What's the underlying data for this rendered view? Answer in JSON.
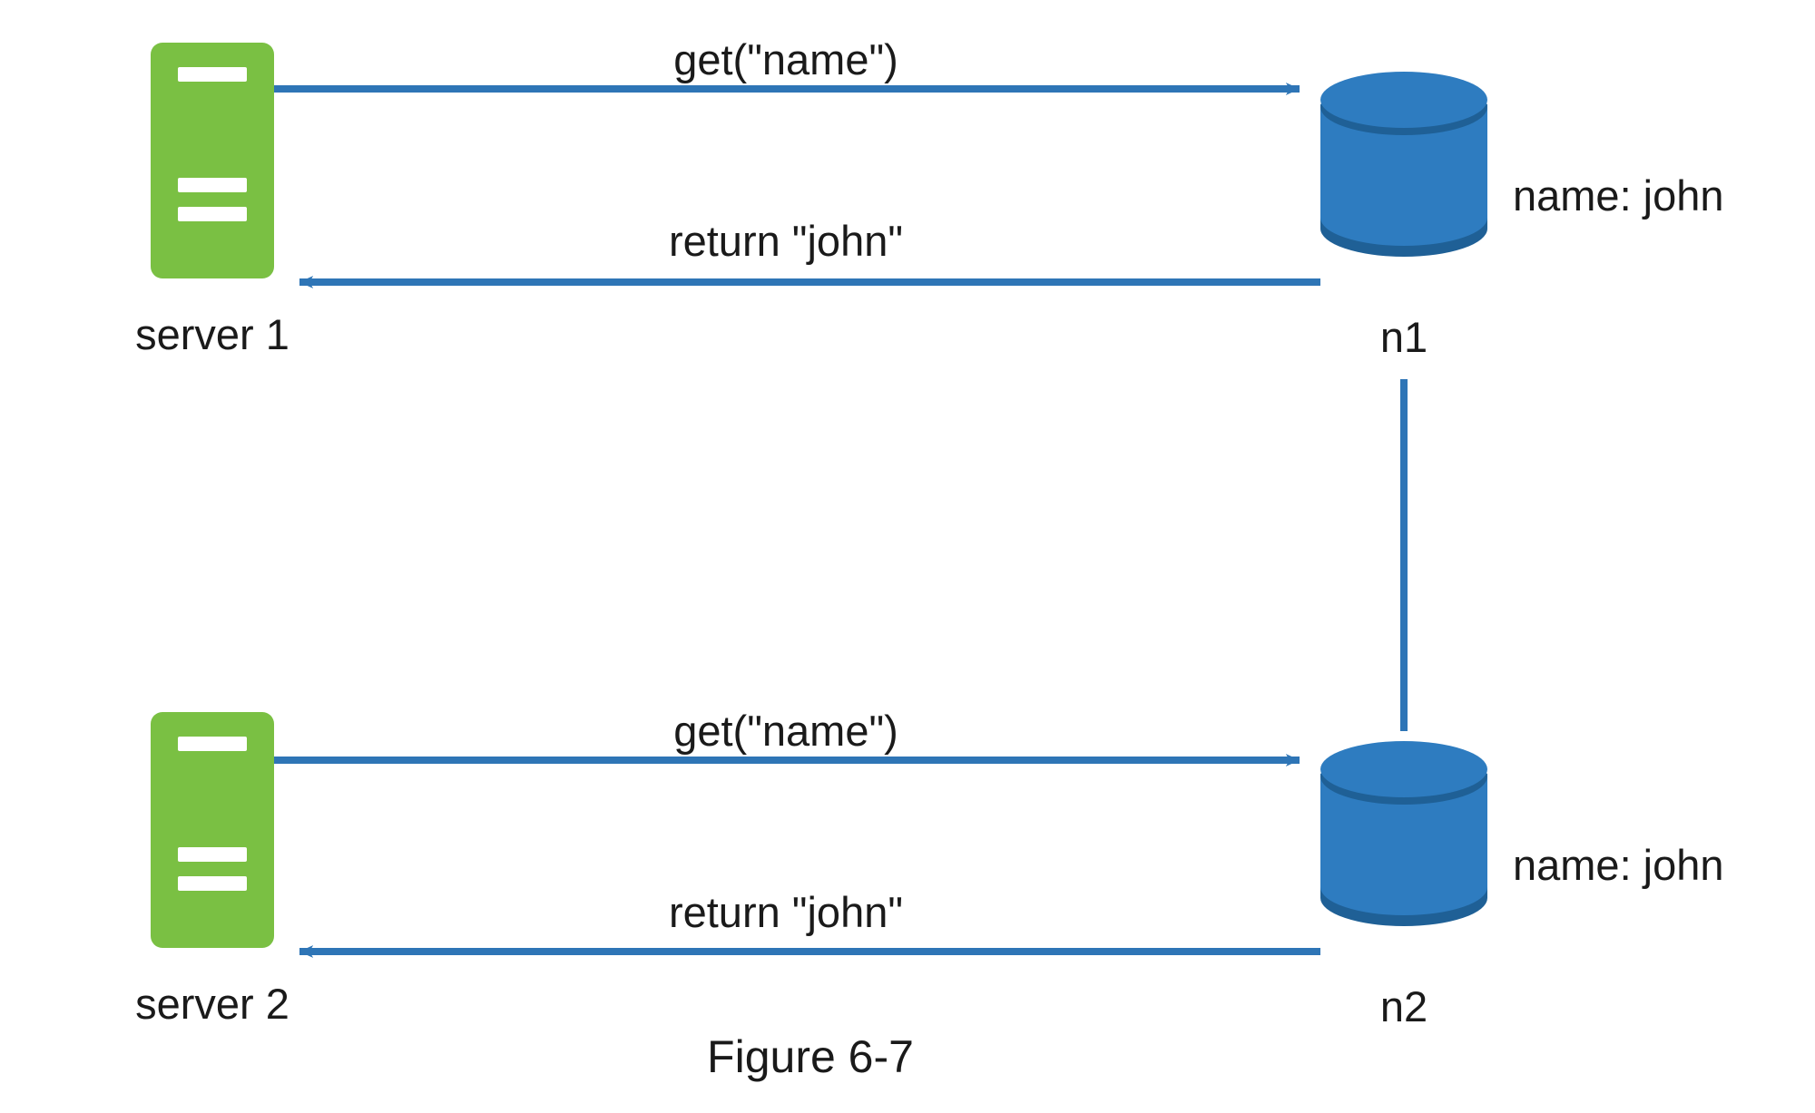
{
  "figure": {
    "caption": "Figure 6-7",
    "colors": {
      "server_green": "#7AC043",
      "server_bar_white": "#FFFFFF",
      "db_body_blue": "#2E7CC0",
      "db_top_blue": "#1F6096",
      "db_shadow_blue": "#1F6096",
      "arrow_blue": "#2E75B6",
      "text_black": "#1A1A1A",
      "background": "#FFFFFF"
    }
  },
  "groups": [
    {
      "id": "top",
      "server": {
        "label": "server 1",
        "icon": "server-icon"
      },
      "database": {
        "label": "n1",
        "icon": "database-cylinder-icon",
        "value_label": "name: john"
      },
      "edges": [
        {
          "id": "request",
          "label": "get(\"name\")",
          "direction": "server-to-database"
        },
        {
          "id": "response",
          "label": "return \"john\"",
          "direction": "database-to-server"
        }
      ]
    },
    {
      "id": "bottom",
      "server": {
        "label": "server 2",
        "icon": "server-icon"
      },
      "database": {
        "label": "n2",
        "icon": "database-cylinder-icon",
        "value_label": "name: john"
      },
      "edges": [
        {
          "id": "request",
          "label": "get(\"name\")",
          "direction": "server-to-database"
        },
        {
          "id": "response",
          "label": "return \"john\"",
          "direction": "database-to-server"
        }
      ]
    }
  ],
  "replication_link": {
    "from": "n1",
    "to": "n2",
    "style": "solid-vertical"
  }
}
